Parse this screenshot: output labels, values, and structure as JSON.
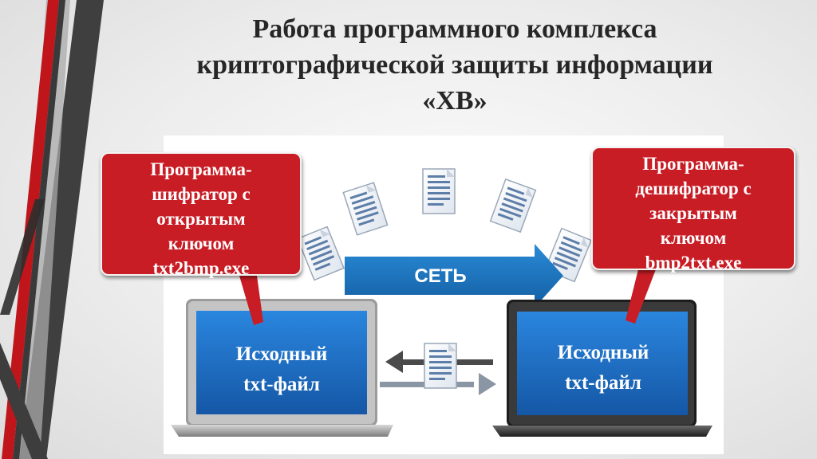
{
  "title": {
    "line1": "Работа программного комплекса",
    "line2": "криптографической защиты информации",
    "line3": "«ХВ»"
  },
  "left_callout": {
    "line1": "Программа-",
    "line2": "шифратор с",
    "line3": "открытым",
    "line4": "ключом",
    "line5": "txt2bmp.exe"
  },
  "right_callout": {
    "line1": "Программа-",
    "line2": "дешифратор с",
    "line3": "закрытым",
    "line4": "ключом",
    "line5": "bmp2txt.exe"
  },
  "network_label": "СЕТЬ",
  "left_screen": {
    "line1": "Исходный",
    "line2": "txt-файл"
  },
  "right_screen": {
    "line1": "Исходный",
    "line2": "txt-файл"
  },
  "icons": [
    "document-icon",
    "laptop-icon",
    "arrow-right-icon",
    "arrow-left-icon"
  ],
  "colors": {
    "callout_red": "#c81d25",
    "network_blue": "#1a78c2",
    "screen_blue": "#1f6fc5",
    "stripe_red": "#c0161b",
    "stripe_gray": "#4a4a4a"
  }
}
